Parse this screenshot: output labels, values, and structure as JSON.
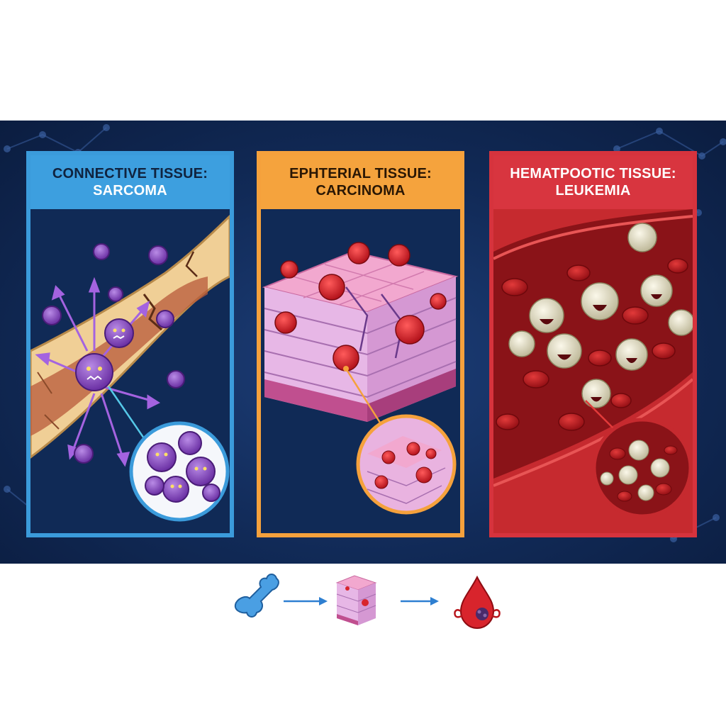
{
  "panels": [
    {
      "id": "connective",
      "title_line1": "CONNECTIVE TISSUE:",
      "title_line2": "SARCOMA",
      "color": "#3b9bdb"
    },
    {
      "id": "epithelial",
      "title_line1": "EPHTERIAL TISSUE:",
      "title_line2": "CARCINOMA",
      "color": "#f5a13c"
    },
    {
      "id": "hematopoietic",
      "title_line1": "HEMATPOOTIC TISSUE:",
      "title_line2": "LEUKEMIA",
      "color": "#d6333d"
    }
  ],
  "icons": [
    "bone-icon",
    "tissue-cube-icon",
    "blood-drop-icon"
  ],
  "colors": {
    "background": "#112a57",
    "tumor_purple": "#8a4fc0",
    "tumor_red": "#d8242c",
    "blood_red": "#b8161c",
    "arrow_blue": "#2e7fd1"
  }
}
